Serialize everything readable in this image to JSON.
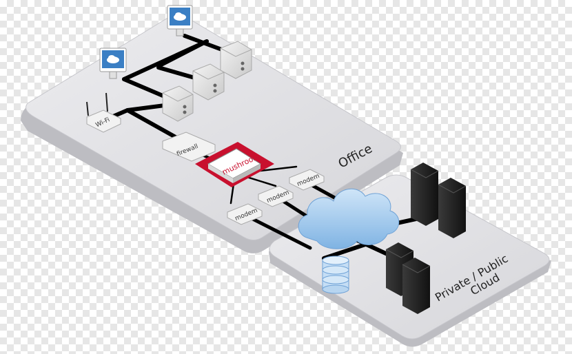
{
  "zones": {
    "office_label": "Office",
    "cloud_label_line1": "Private / Public",
    "cloud_label_line2": "Cloud"
  },
  "devices": {
    "wifi_label": "Wi-Fi",
    "firewall_label": "firewall",
    "router_brand": "mushroom",
    "modem_label": "modem"
  },
  "colors": {
    "router_red": "#c8102e",
    "monitor_blue": "#3b7fc4",
    "cloud_blue": "#9cc8ee",
    "platform_gray": "#dcdcdf",
    "cable_black": "#000000"
  },
  "icons": [
    "monitor-cloud-icon",
    "server-box-icon",
    "wifi-router-icon",
    "firewall-icon",
    "router-icon",
    "modem-icon",
    "cloud-icon",
    "database-icon",
    "server-rack-icon"
  ]
}
